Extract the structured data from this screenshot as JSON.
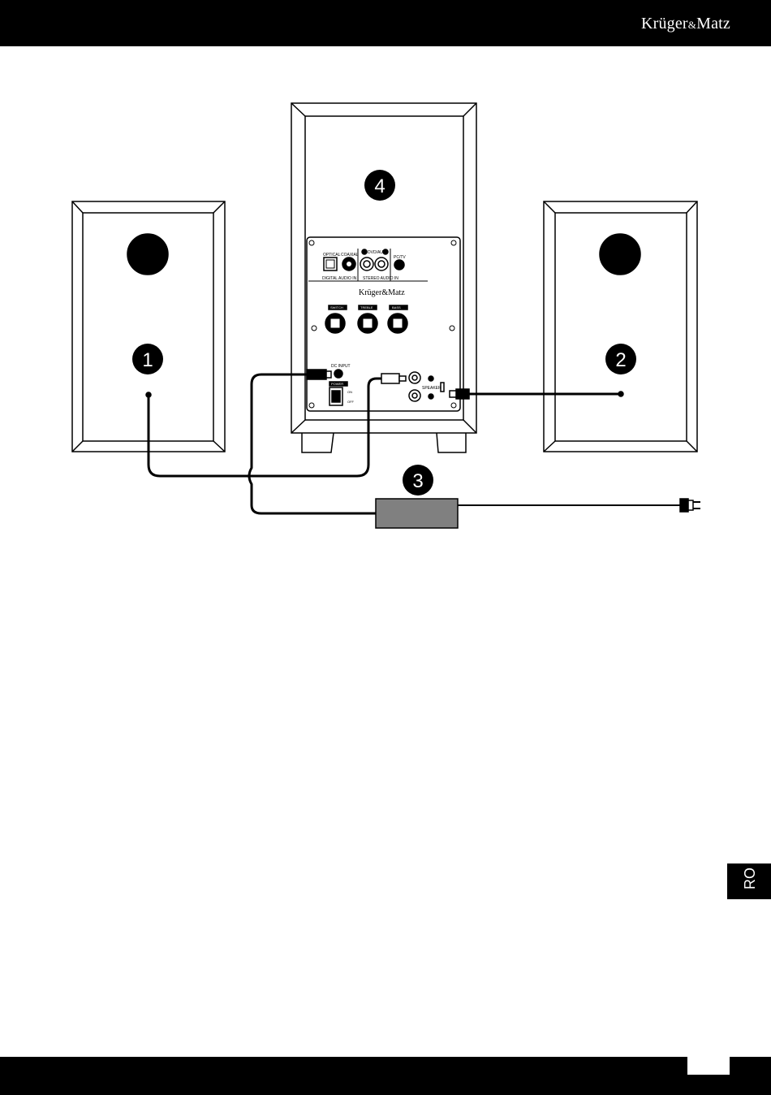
{
  "header": {
    "brand_main": "Krüger",
    "brand_amp": "&",
    "brand_end": "Matz"
  },
  "side_tab": {
    "label": "RO"
  },
  "diagram": {
    "markers": [
      "1",
      "2",
      "3",
      "4"
    ],
    "panel": {
      "optical": "OPTICAL",
      "coaxial": "COAXIAL",
      "dvd_aux": "DVD/AUX",
      "pc_tv": "PC/TV",
      "digital_audio_in": "DIGITAL AUDIO IN",
      "stereo_audio_in": "STEREO AUDIO IN",
      "brand": "Krüger&Matz",
      "switch_label": "SWITCH",
      "treble_label": "TREBLE",
      "bass_label": "BASS",
      "dc_input": "DC INPUT",
      "power": "POWER",
      "on": "ON",
      "off": "OFF",
      "speaker": "SPEAKER"
    }
  }
}
